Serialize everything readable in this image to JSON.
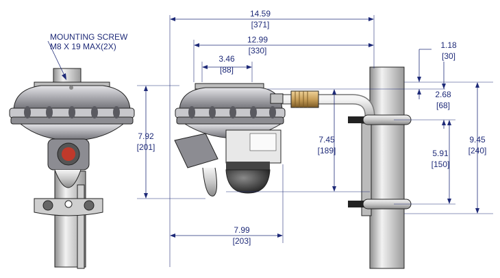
{
  "note": {
    "line1": "MOUNTING SCREW",
    "line2": "M8 X 19 MAX(2X)"
  },
  "dimensions": {
    "overall_width": {
      "in": "14.59",
      "mm": "[371]"
    },
    "bracket_width": {
      "in": "12.99",
      "mm": "[330]"
    },
    "top_spacing": {
      "in": "3.46",
      "mm": "[88]"
    },
    "clearance": {
      "in": "1.18",
      "mm": "[30]"
    },
    "arm_height": {
      "in": "2.68",
      "mm": "[68]"
    },
    "total_height_left": {
      "in": "7.92",
      "mm": "[201]"
    },
    "inner_height": {
      "in": "7.45",
      "mm": "[189]"
    },
    "clamp_spacing": {
      "in": "5.91",
      "mm": "[150]"
    },
    "total_height_right": {
      "in": "9.45",
      "mm": "[240]"
    },
    "bottom_width": {
      "in": "7.99",
      "mm": "[203]"
    }
  },
  "colors": {
    "dimension": "#1e2a78",
    "housing": "#b8b8bc",
    "pole": "#d6d6d6",
    "brass": "#c9a05a"
  }
}
